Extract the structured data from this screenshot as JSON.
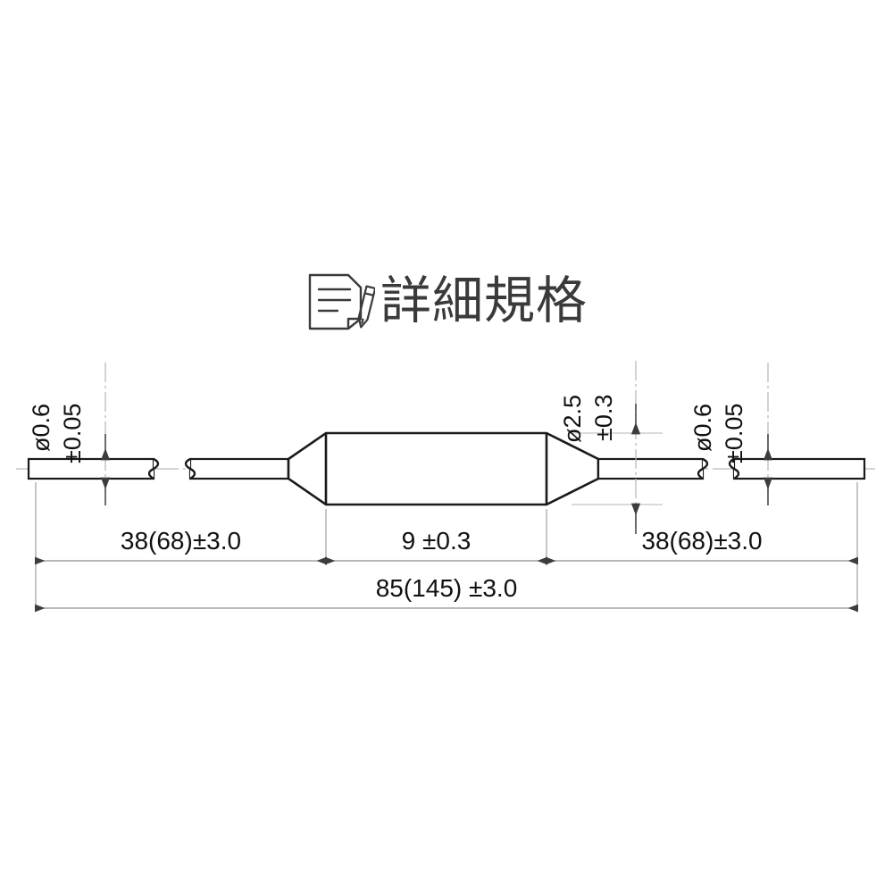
{
  "header": {
    "icon": "document-pen-icon",
    "title": "詳細規格"
  },
  "drawing": {
    "type": "mechanical-dimension-drawing",
    "subject": "axial-lead-component-thermal-fuse",
    "colors": {
      "outline": "#1a1a1a",
      "dimension_line": "#6e6e6e",
      "center_line": "#bdbdbd",
      "background": "#ffffff",
      "title_text": "#3a3a3a"
    },
    "vertical_labels": [
      {
        "id": "lead-diameter-left",
        "nominal": "ø0.6",
        "tolerance": "±0.05"
      },
      {
        "id": "body-diameter",
        "nominal": "ø2.5",
        "tolerance": "±0.3"
      },
      {
        "id": "lead-diameter-right",
        "nominal": "ø0.6",
        "tolerance": "±0.05"
      }
    ],
    "horizontal_labels": [
      {
        "id": "lead-length-left",
        "text": "38(68)±3.0"
      },
      {
        "id": "body-length",
        "text": "9 ±0.3"
      },
      {
        "id": "lead-length-right",
        "text": "38(68)±3.0"
      },
      {
        "id": "overall-length",
        "text": "85(145) ±3.0"
      }
    ],
    "notes": {
      "break_symbol_count": 2,
      "units": "mm"
    }
  }
}
